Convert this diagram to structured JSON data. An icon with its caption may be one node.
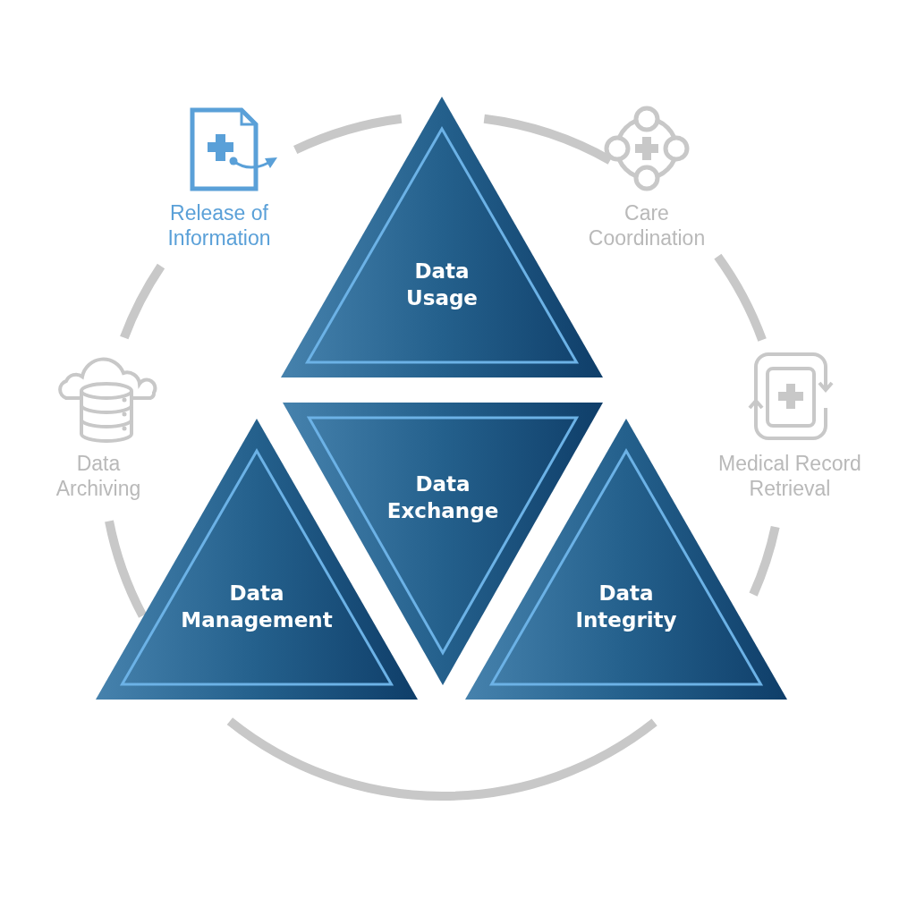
{
  "diagram": {
    "nodes": [
      {
        "text": [
          "Data Usage"
        ]
      },
      {
        "text": [
          "Data Exchange"
        ]
      },
      {
        "text": [
          "Data Management"
        ]
      },
      {
        "text": [
          "Data Integrity"
        ]
      }
    ],
    "labels": [
      "Release of Information",
      "Care Coordination",
      "Data Archiving",
      "Medical Record Retrieval"
    ]
  }
}
